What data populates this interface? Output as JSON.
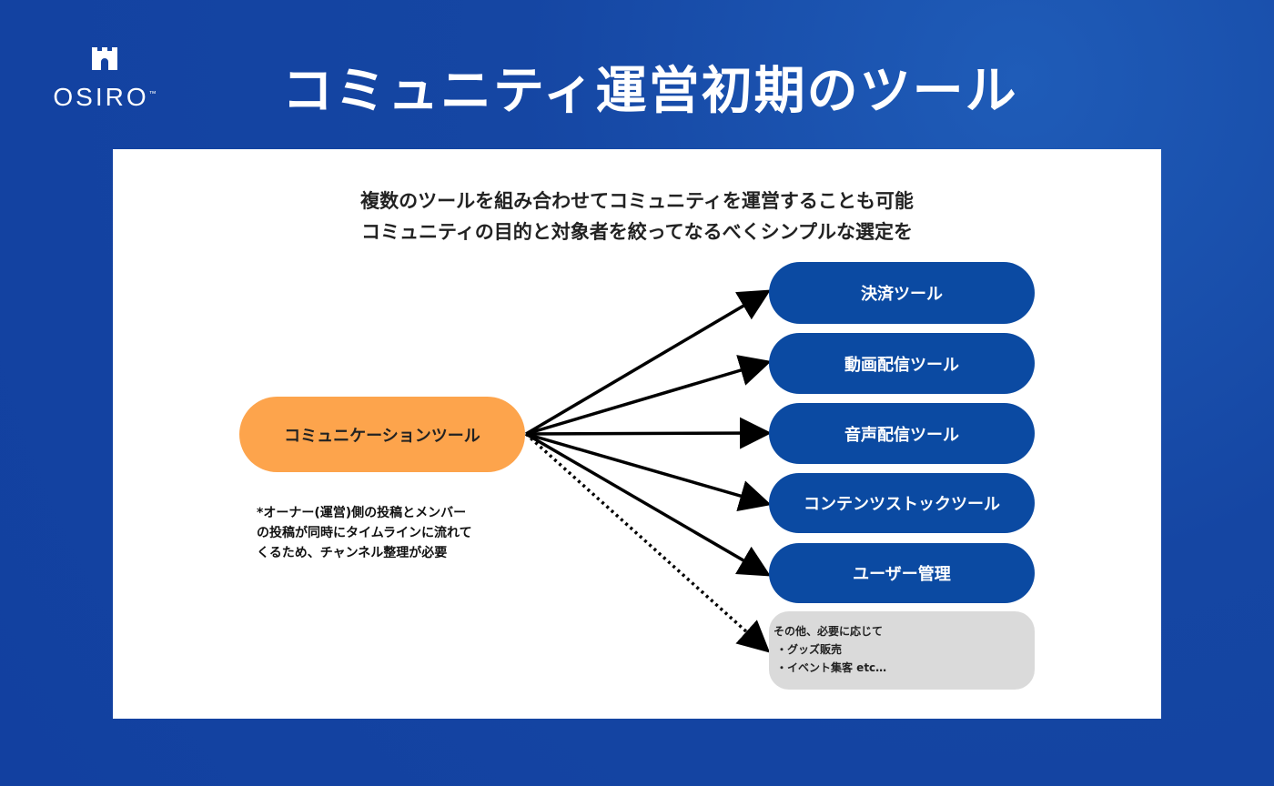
{
  "brand": {
    "name": "OSIRO",
    "tm": "™"
  },
  "title": "コミュニティ運営初期のツール",
  "subtitle": [
    "複数のツールを組み合わせてコミュニティを運営することも可能",
    "コミュニティの目的と対象者を絞ってなるべくシンプルな選定を"
  ],
  "source": "コミュニケーションツール",
  "note": [
    "*オーナー(運営)側の投稿とメンバー",
    "の投稿が同時にタイムラインに流れて",
    "くるため、チャンネル整理が必要"
  ],
  "targets": [
    "決済ツール",
    "動画配信ツール",
    "音声配信ツール",
    "コンテンツストックツール",
    "ユーザー管理"
  ],
  "other": {
    "heading": "その他、必要に応じて",
    "items": [
      "・グッズ販売",
      "・イベント集客 etc…"
    ]
  },
  "colors": {
    "background": "#1546a3",
    "pill": "#0b4aa2",
    "source": "#fda44c",
    "other": "#dadada"
  }
}
